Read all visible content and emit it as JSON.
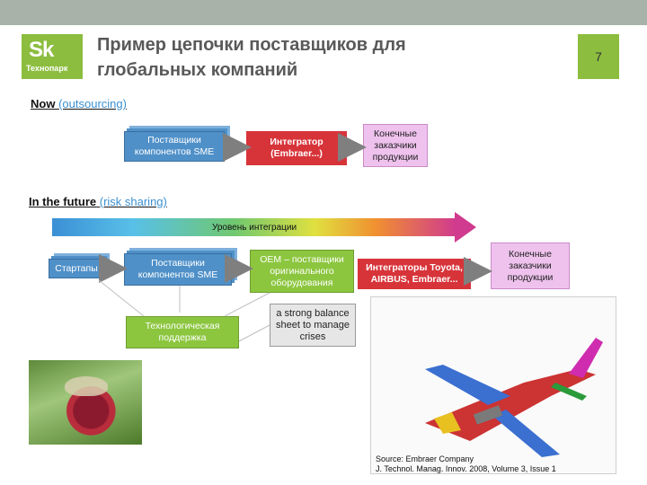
{
  "slide": {
    "title_line1": "Пример цепочки поставщиков для",
    "title_line2": "глобальных компаний",
    "page_number": "7",
    "logo": {
      "mark": "Sk",
      "name": "Технопарк"
    }
  },
  "now": {
    "heading": "Now",
    "subheading": "(outsourcing)",
    "suppliers": "Поставщики компонентов SME",
    "integrator": "Интегратор (Embraer...)",
    "consumers": "Конечные заказчики продукции"
  },
  "future": {
    "heading": "In the future",
    "subheading": "(risk sharing)",
    "integration_level": "Уровень интеграции",
    "startups": "Стартапы",
    "suppliers": "Поставщики компонентов SME",
    "oem": "OEM – поставщики оригинального оборудования",
    "integrators": "Интеграторы Toyota, AIRBUS, Embraer...",
    "consumers": "Конечные заказчики продукции",
    "tech_support": "Технологическая поддержка",
    "balance": "a strong balance sheet to manage crises"
  },
  "figure": {
    "source_line1": "Source: Embraer Company",
    "source_line2": "J. Technol. Manag. Innov. 2008, Volume 3, Issue 1"
  },
  "colors": {
    "accent_green": "#8cbd3f",
    "supplier_blue": "#4f90c8",
    "integrator_red": "#d7343a",
    "consumer_pink": "#efc2ee"
  }
}
